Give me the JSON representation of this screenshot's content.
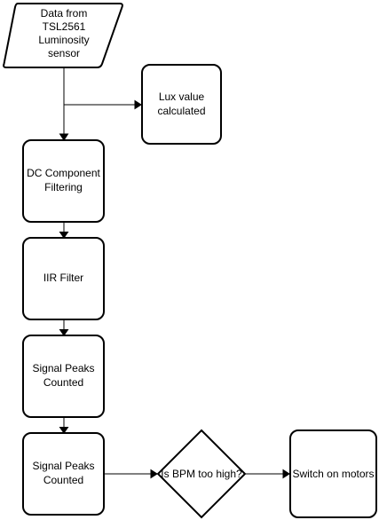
{
  "nodes": {
    "data_source": {
      "lines": [
        "Data from",
        "TSL2561",
        "Luminosity",
        "sensor"
      ]
    },
    "lux_value": {
      "lines": [
        "Lux value",
        "calculated"
      ]
    },
    "dc_filter": {
      "lines": [
        "DC Component",
        "Filtering"
      ]
    },
    "iir_filter": {
      "lines": [
        "IIR Filter"
      ]
    },
    "peaks_counted_1": {
      "lines": [
        "Signal Peaks",
        "Counted"
      ]
    },
    "peaks_counted_2": {
      "lines": [
        "Signal Peaks",
        "Counted"
      ]
    },
    "bpm_decision": {
      "lines": [
        "Is BPM too high?"
      ]
    },
    "motors": {
      "lines": [
        "Switch on motors"
      ]
    }
  }
}
